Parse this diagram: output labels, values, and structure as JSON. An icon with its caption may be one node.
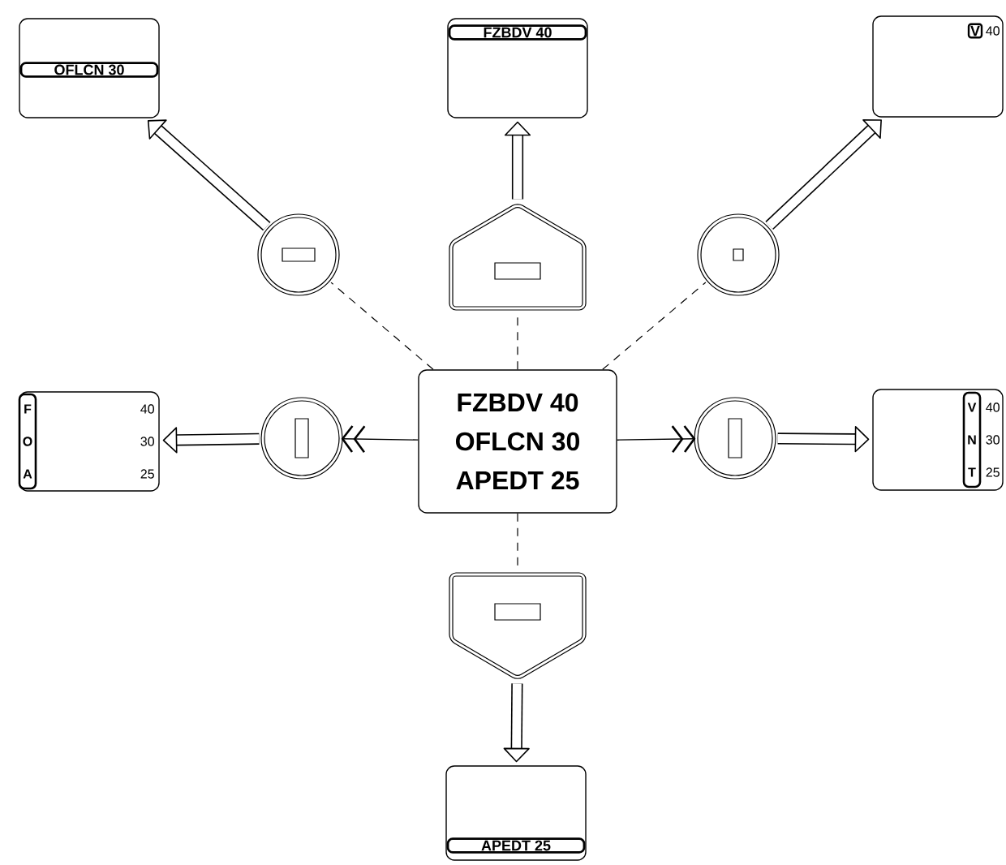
{
  "diagram": {
    "nodes": [
      {
        "text": [
          "OFLCN 30"
        ]
      },
      {
        "text": [
          "FZBDV 40"
        ]
      },
      {
        "text": [
          "V",
          "40"
        ]
      },
      {
        "text": [],
        "shape": "circle"
      },
      {
        "text": [],
        "shape": "pentagon"
      },
      {
        "text": [],
        "shape": "circle"
      },
      {
        "text": [
          "F",
          "O",
          "A",
          "40",
          "30",
          "25"
        ]
      },
      {
        "text": [],
        "shape": "circle"
      },
      {
        "text": [
          "FZBDV 40",
          "OFLCN 30",
          "APEDT 25"
        ]
      },
      {
        "text": [],
        "shape": "circle"
      },
      {
        "text": [
          "V",
          "N",
          "T",
          "40",
          "30",
          "25"
        ]
      },
      {
        "text": [],
        "shape": "pentagon"
      },
      {
        "text": [
          "APEDT 25"
        ]
      }
    ],
    "edges": [
      {
        "from": 8,
        "to": 3,
        "arrow": "none",
        "style": "dashed"
      },
      {
        "from": 8,
        "to": 4,
        "arrow": "none",
        "style": "dashed"
      },
      {
        "from": 8,
        "to": 5,
        "arrow": "none",
        "style": "dashed"
      },
      {
        "from": 8,
        "to": 7,
        "arrow": "to"
      },
      {
        "from": 8,
        "to": 9,
        "arrow": "to"
      },
      {
        "from": 8,
        "to": 11,
        "arrow": "none",
        "style": "dashed"
      },
      {
        "from": 3,
        "to": 0,
        "arrow": "to",
        "style": "thick"
      },
      {
        "from": 4,
        "to": 1,
        "arrow": "to",
        "style": "thick"
      },
      {
        "from": 5,
        "to": 2,
        "arrow": "to",
        "style": "thick"
      },
      {
        "from": 7,
        "to": 6,
        "arrow": "to",
        "style": "thick"
      },
      {
        "from": 9,
        "to": 10,
        "arrow": "to",
        "style": "thick"
      },
      {
        "from": 11,
        "to": 12,
        "arrow": "to",
        "style": "thick"
      }
    ]
  }
}
